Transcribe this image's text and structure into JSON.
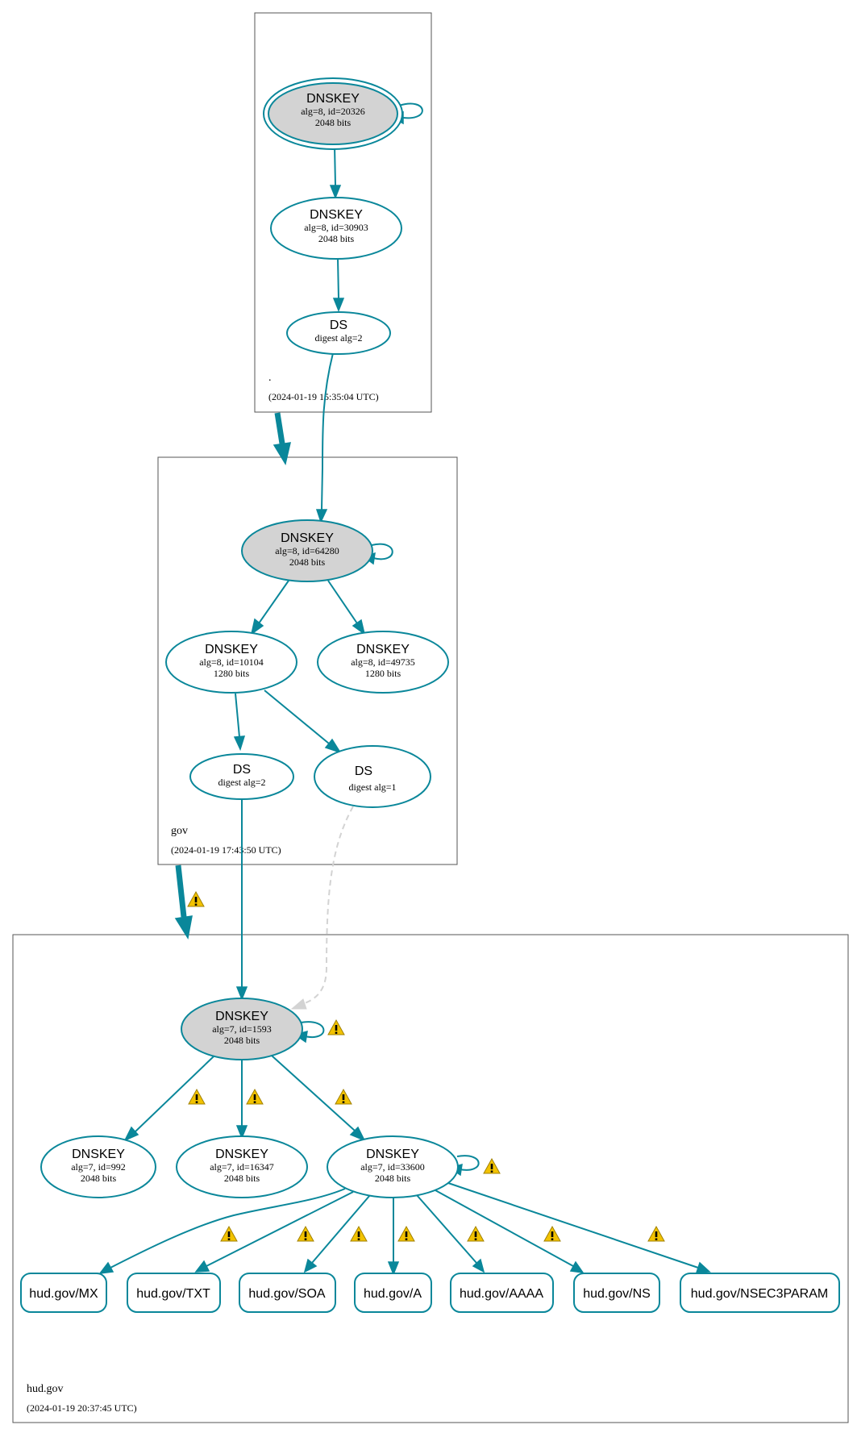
{
  "colors": {
    "edge": "#0a879a",
    "ksk_fill": "#d3d3d3",
    "insecure_edge": "#d3d3d3",
    "warning": "#f2c200"
  },
  "zones": {
    "root": {
      "name": ".",
      "timestamp": "(2024-01-19 15:35:04 UTC)"
    },
    "gov": {
      "name": "gov",
      "timestamp": "(2024-01-19 17:43:50 UTC)"
    },
    "hud": {
      "name": "hud.gov",
      "timestamp": "(2024-01-19 20:37:45 UTC)"
    }
  },
  "nodes": {
    "root_ksk": {
      "title": "DNSKEY",
      "line1": "alg=8, id=20326",
      "line2": "2048 bits"
    },
    "root_zsk": {
      "title": "DNSKEY",
      "line1": "alg=8, id=30903",
      "line2": "2048 bits"
    },
    "root_ds": {
      "title": "DS",
      "line1": "digest alg=2"
    },
    "gov_ksk": {
      "title": "DNSKEY",
      "line1": "alg=8, id=64280",
      "line2": "2048 bits"
    },
    "gov_zsk1": {
      "title": "DNSKEY",
      "line1": "alg=8, id=10104",
      "line2": "1280 bits"
    },
    "gov_zsk2": {
      "title": "DNSKEY",
      "line1": "alg=8, id=49735",
      "line2": "1280 bits"
    },
    "gov_ds2": {
      "title": "DS",
      "line1": "digest alg=2"
    },
    "gov_ds1": {
      "title": "DS",
      "line1": "digest alg=1"
    },
    "hud_ksk": {
      "title": "DNSKEY",
      "line1": "alg=7, id=1593",
      "line2": "2048 bits"
    },
    "hud_k992": {
      "title": "DNSKEY",
      "line1": "alg=7, id=992",
      "line2": "2048 bits"
    },
    "hud_k16347": {
      "title": "DNSKEY",
      "line1": "alg=7, id=16347",
      "line2": "2048 bits"
    },
    "hud_k33600": {
      "title": "DNSKEY",
      "line1": "alg=7, id=33600",
      "line2": "2048 bits"
    }
  },
  "rrsets": {
    "mx": "hud.gov/MX",
    "txt": "hud.gov/TXT",
    "soa": "hud.gov/SOA",
    "a": "hud.gov/A",
    "aaaa": "hud.gov/AAAA",
    "ns": "hud.gov/NS",
    "nsec3param": "hud.gov/NSEC3PARAM"
  },
  "warning_icon": "warning-triangle-icon"
}
